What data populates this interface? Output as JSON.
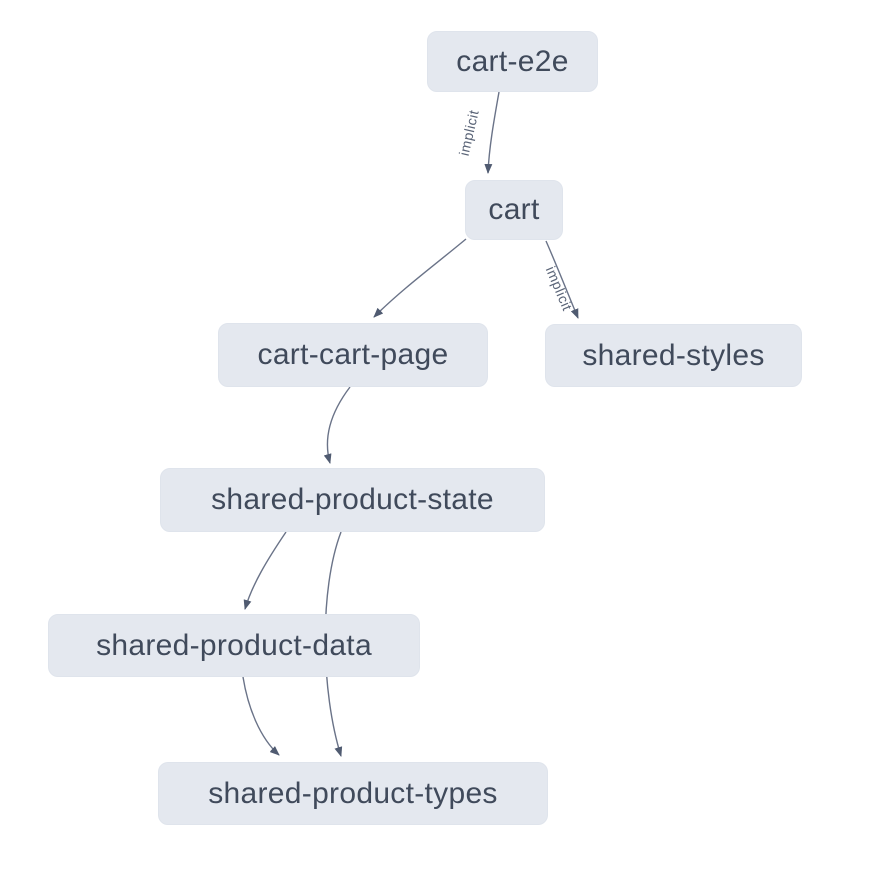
{
  "diagram": {
    "kind": "project-dependency-graph",
    "colors": {
      "background": "#ffffff",
      "node_fill": "#e4e8ef",
      "node_text": "#404a5b",
      "edge_stroke": "#6a7388",
      "arrow_fill": "#505b71",
      "edge_label_text": "#5a6477"
    }
  },
  "nodes": {
    "cart_e2e": {
      "label": "cart-e2e"
    },
    "cart": {
      "label": "cart"
    },
    "cart_cart_page": {
      "label": "cart-cart-page"
    },
    "shared_styles": {
      "label": "shared-styles"
    },
    "shared_product_state": {
      "label": "shared-product-state"
    },
    "shared_product_data": {
      "label": "shared-product-data"
    },
    "shared_product_types": {
      "label": "shared-product-types"
    }
  },
  "edges": {
    "cart_e2e_to_cart": {
      "from": "cart-e2e",
      "to": "cart",
      "label": "implicit"
    },
    "cart_to_cart_cart_page": {
      "from": "cart",
      "to": "cart-cart-page",
      "label": ""
    },
    "cart_to_shared_styles": {
      "from": "cart",
      "to": "shared-styles",
      "label": "implicit"
    },
    "cart_cart_page_to_state": {
      "from": "cart-cart-page",
      "to": "shared-product-state",
      "label": ""
    },
    "state_to_data": {
      "from": "shared-product-state",
      "to": "shared-product-data",
      "label": ""
    },
    "state_to_types": {
      "from": "shared-product-state",
      "to": "shared-product-types",
      "label": ""
    },
    "data_to_types": {
      "from": "shared-product-data",
      "to": "shared-product-types",
      "label": ""
    }
  }
}
